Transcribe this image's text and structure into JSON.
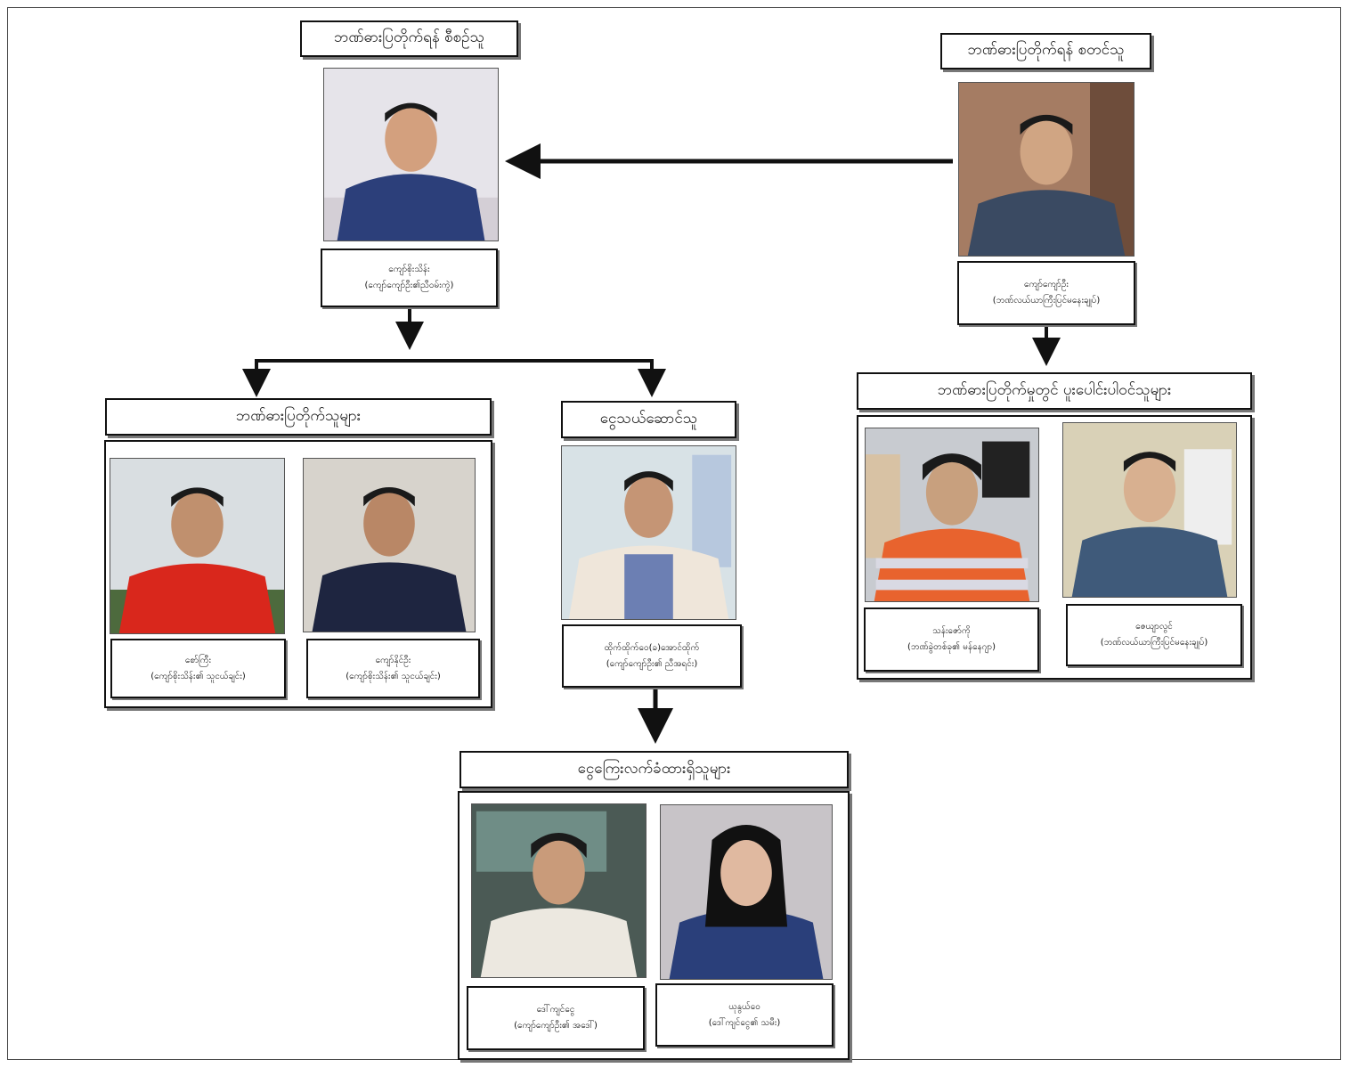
{
  "headings": {
    "top_left": "ဘဏ်ဓားပြတိုက်ရန် စီစဉ်သူ",
    "top_right": "ဘဏ်ဓားပြတိုက်ရန် စတင်သူ",
    "robbers": "ဘဏ်ဓားပြတိုက်သူများ",
    "money_handler": "ငွေသယ်ဆောင်သူ",
    "receivers": "ငွေကြေးလက်ခံထားရှိသူများ",
    "involved": "ဘဏ်ဓားပြတိုက်မှုတွင် ပူးပေါင်းပါဝင်သူများ"
  },
  "people": {
    "planner": {
      "name": "ကျော်စိုးသိန်း",
      "role": "(ကျော်ကျော်ဦး၏ညီဝမ်းကွဲ)"
    },
    "initiator": {
      "name": "ကျော်ကျော်ဦး",
      "role": "(ဘဏ်လယ်ယာကြီးပြင်မနေးချုပ်)"
    },
    "robber_1": {
      "name": "စော်ကြီး",
      "role": "(ကျော်စိုးသိန်း၏ သူငယ်ချင်း)"
    },
    "robber_2": {
      "name": "ကျော်နိုင်ဦး",
      "role": "(ကျော်စိုးသိန်း၏ သူငယ်ချင်း)"
    },
    "carrier": {
      "name": "ထိုက်ထိုက်ဝေ(ခ)အောင်ထိုက်",
      "role": "(ကျော်ကျော်ဦး၏ ညီအရင်း)"
    },
    "receiver_1": {
      "name": "ဒေါ်ကျင်ငွေ",
      "role": "(ကျော်ကျော်ဦး၏ အဒေါ်)"
    },
    "receiver_2": {
      "name": "ယုနွယ်ဝေ",
      "role": "(ဒေါ်ကျင်ငွေ၏ သမီး)"
    },
    "involved_1": {
      "name": "သန်းဇော်ကို",
      "role": "(ဘဏ်ခွဲတစ်ခု၏ မန်နေဂျာ)"
    },
    "involved_2": {
      "name": "ဇေယျာလွင်",
      "role": "(ဘဏ်လယ်ယာကြီးပြင်မနေးချုပ်)"
    }
  },
  "colors": {
    "line": "#111111",
    "box_shadow": "#777777",
    "shirt_blue": "#2c3f7a",
    "shirt_red": "#d9271c",
    "shirt_navy": "#1e2540",
    "shirt_orange": "#e8632e",
    "shirt_jacket": "#efe6da",
    "shirt_grey": "#3a4a62"
  }
}
